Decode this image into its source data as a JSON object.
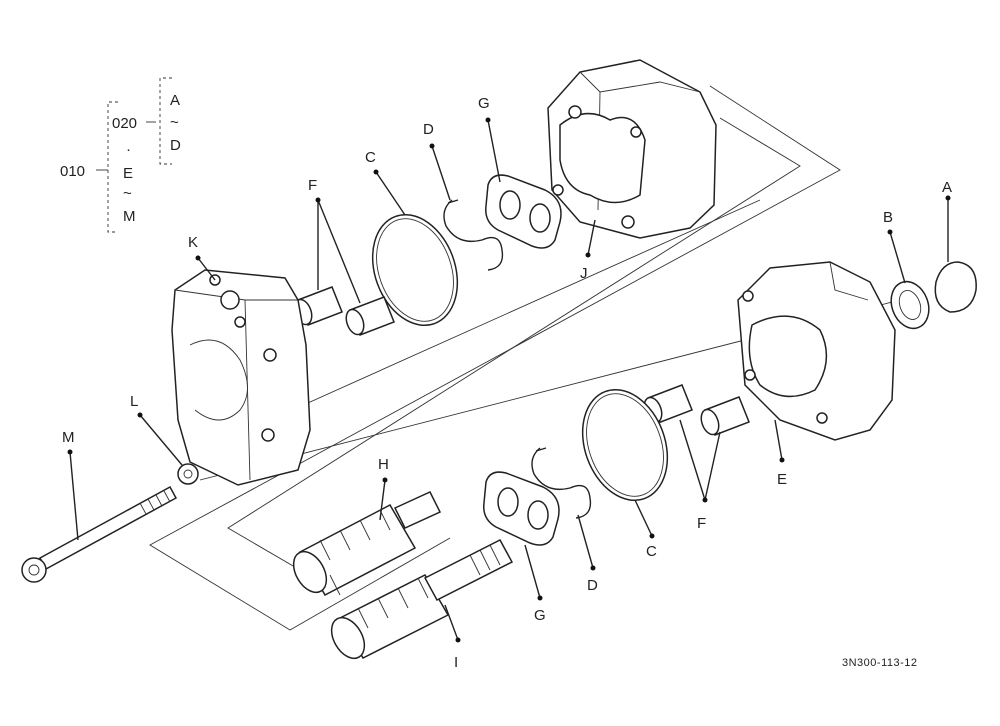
{
  "tree": {
    "root": "010",
    "group": "020",
    "sub_first": "A",
    "sub_tilde": "~",
    "sub_last": "D",
    "dot": "·",
    "mid_first": "E",
    "mid_tilde": "~",
    "mid_last": "M"
  },
  "labels": {
    "A": "A",
    "B": "B",
    "C_top": "C",
    "C_bottom": "C",
    "D_top": "D",
    "D_bottom": "D",
    "E": "E",
    "F_top": "F",
    "F_bottom": "F",
    "G_top": "G",
    "G_bottom": "G",
    "H": "H",
    "I": "I",
    "J": "J",
    "K": "K",
    "L": "L",
    "M": "M"
  },
  "reference_code": "3N300-113-12"
}
